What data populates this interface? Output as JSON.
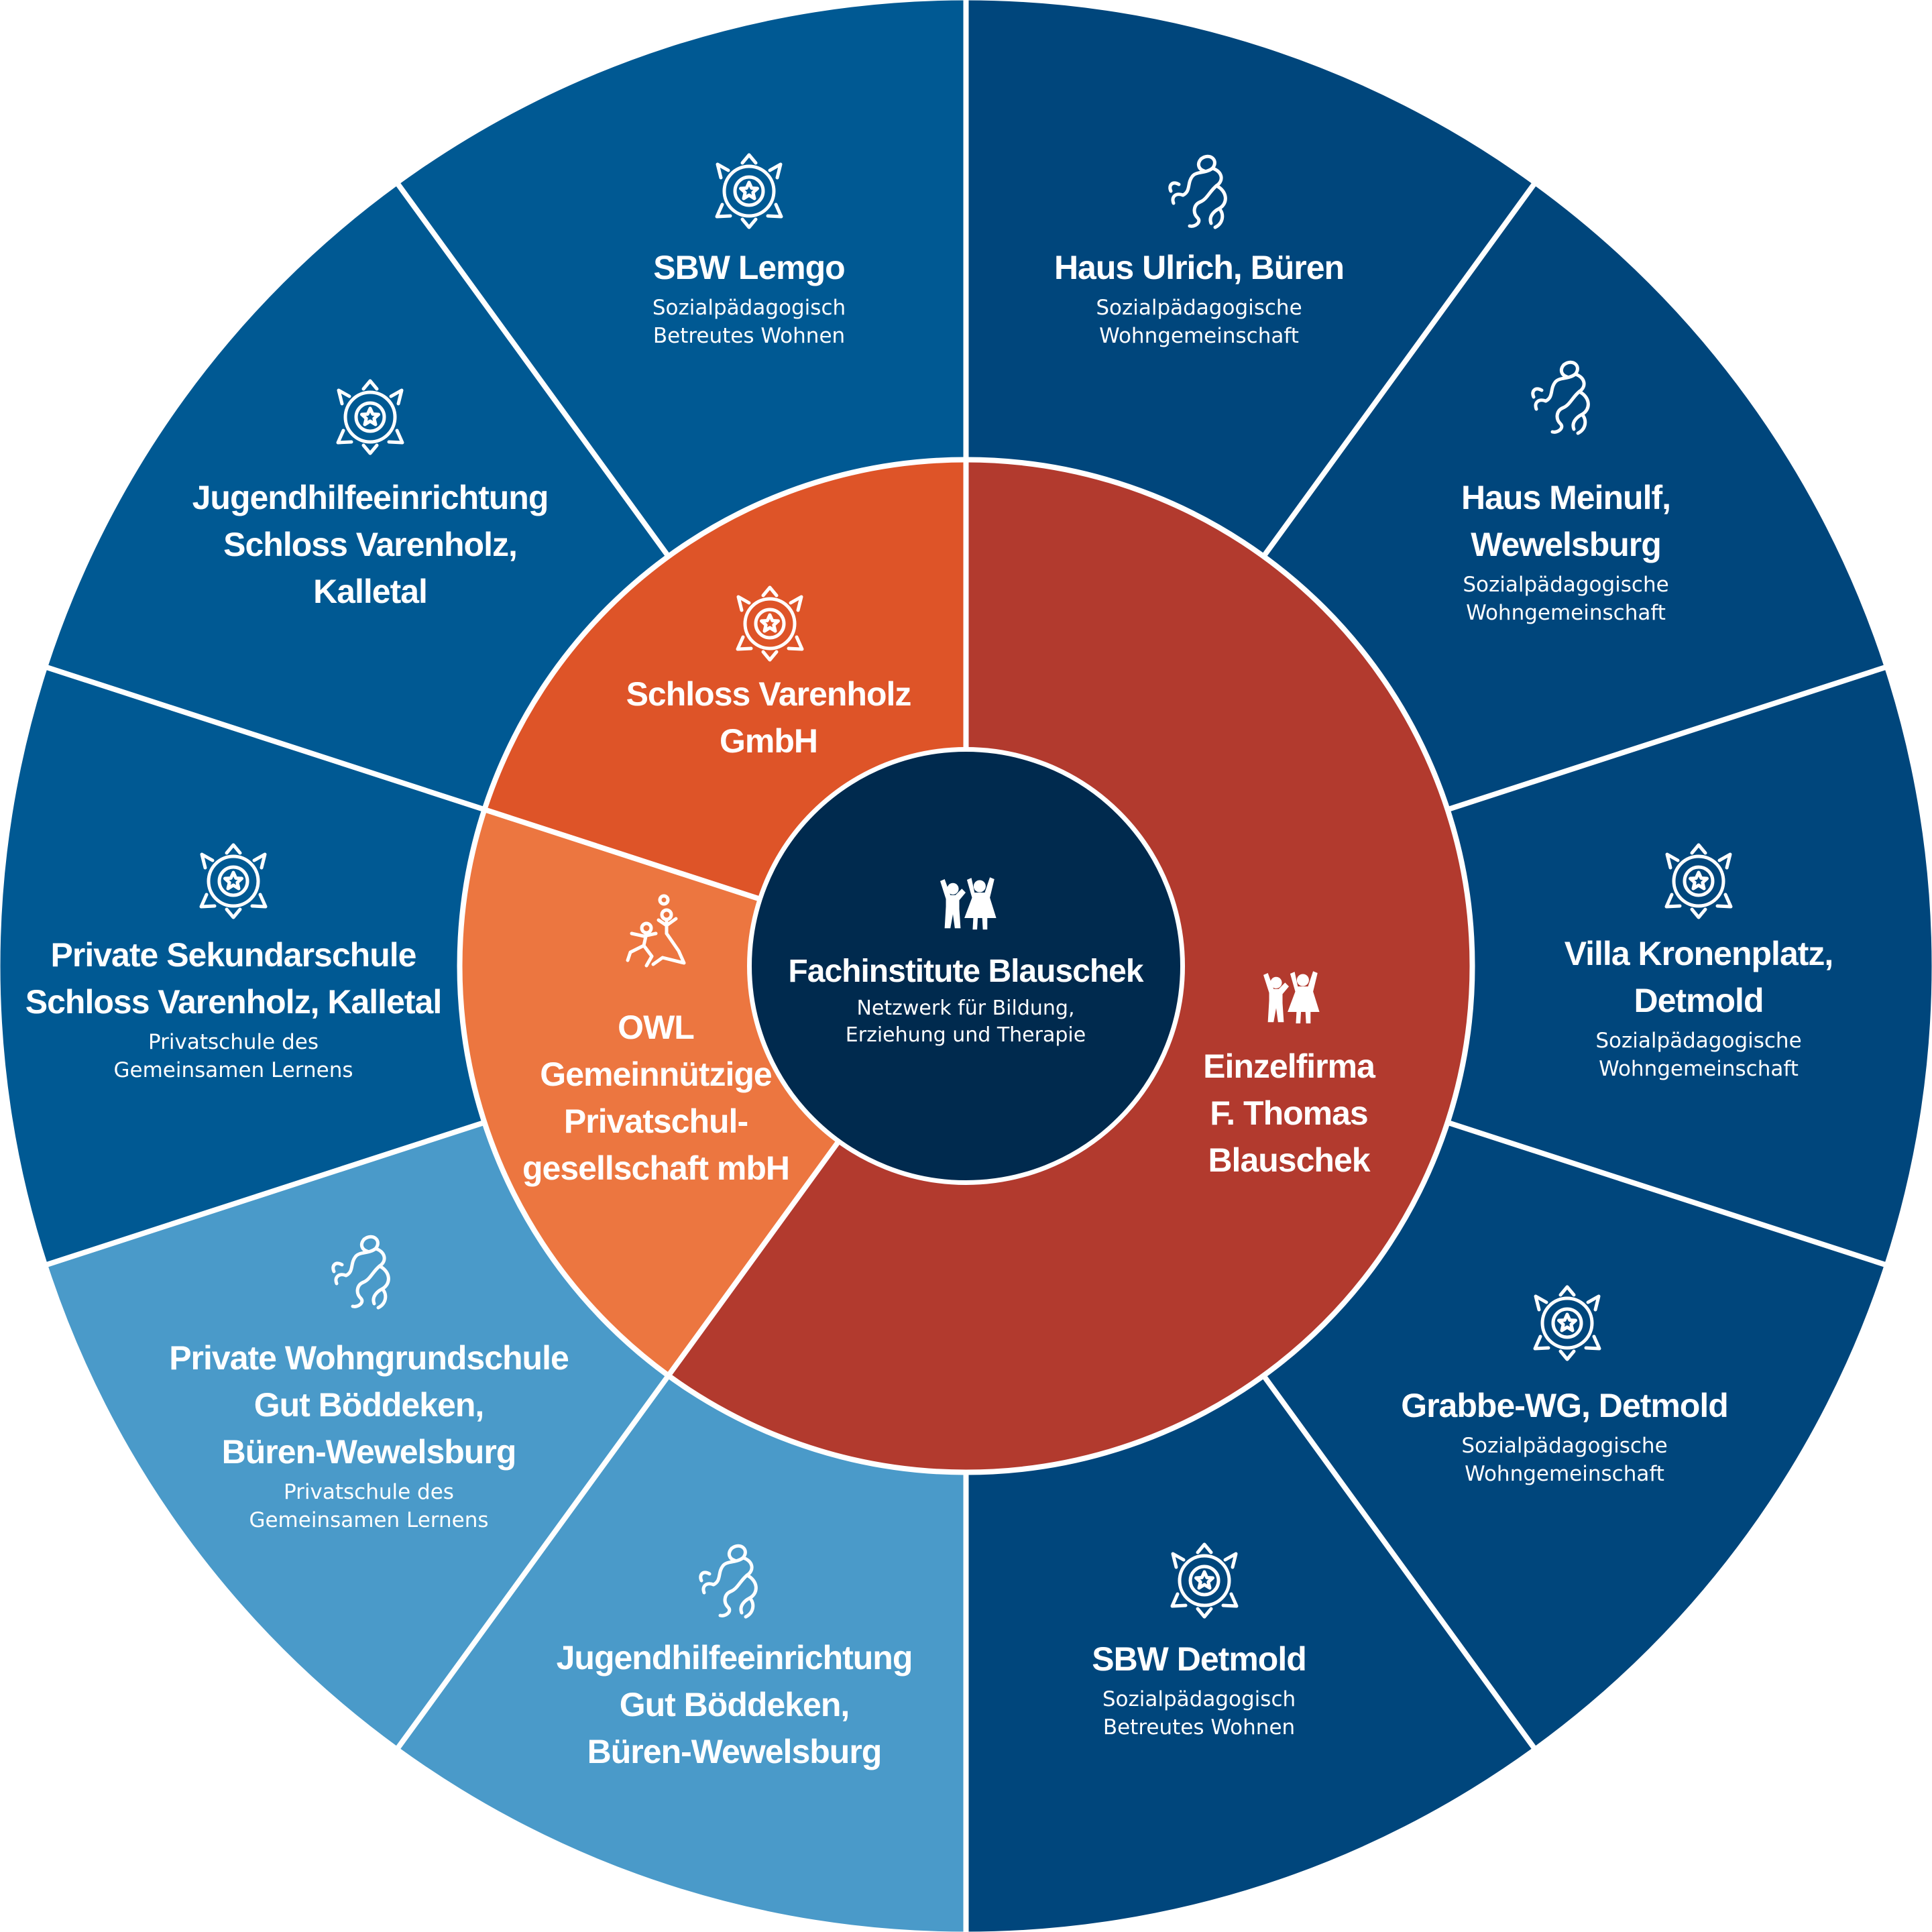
{
  "colors": {
    "center": "#002A4E",
    "red": "#B23A2E",
    "orange_dark": "#DE5428",
    "orange_light": "#EC7640",
    "blue_mid": "#005993",
    "blue_dark": "#00467C",
    "blue_light": "#4A9AC9",
    "separator": "#FFFFFF"
  },
  "center": {
    "icon": "children-icon",
    "title": "Fachinstitute Blauschek",
    "subtitle_line1": "Netzwerk für Bildung,",
    "subtitle_line2": "Erziehung und Therapie"
  },
  "inner_ring": [
    {
      "id": "schloss",
      "icon": "rose-icon",
      "lines": [
        "Schloss Varenholz",
        "GmbH"
      ]
    },
    {
      "id": "owl",
      "icon": "playing-children-icon",
      "lines": [
        "OWL",
        "Gemeinnützige",
        "Privatschul-",
        "gesellschaft mbH"
      ]
    },
    {
      "id": "einzelfirma",
      "icon": "children-icon",
      "lines": [
        "Einzelfirma",
        "F. Thomas",
        "Blauschek"
      ]
    }
  ],
  "outer_ring": [
    {
      "id": "sbw-lemgo",
      "icon": "rose-icon",
      "lines": [
        "SBW Lemgo"
      ],
      "sub": [
        "Sozialpädagogisch",
        "Betreutes Wohnen"
      ]
    },
    {
      "id": "haus-ulrich",
      "icon": "horse-icon",
      "lines": [
        "Haus Ulrich, Büren"
      ],
      "sub": [
        "Sozialpädagogische",
        "Wohngemeinschaft"
      ]
    },
    {
      "id": "haus-meinulf",
      "icon": "horse-icon",
      "lines": [
        "Haus Meinulf,",
        "Wewelsburg"
      ],
      "sub": [
        "Sozialpädagogische",
        "Wohngemeinschaft"
      ]
    },
    {
      "id": "villa-kronenplatz",
      "icon": "rose-icon",
      "lines": [
        "Villa Kronenplatz,",
        "Detmold"
      ],
      "sub": [
        "Sozialpädagogische",
        "Wohngemeinschaft"
      ]
    },
    {
      "id": "grabbe-wg",
      "icon": "rose-icon",
      "lines": [
        "Grabbe-WG, Detmold"
      ],
      "sub": [
        "Sozialpädagogische",
        "Wohngemeinschaft"
      ]
    },
    {
      "id": "sbw-detmold",
      "icon": "rose-icon",
      "lines": [
        "SBW Detmold"
      ],
      "sub": [
        "Sozialpädagogisch",
        "Betreutes Wohnen"
      ]
    },
    {
      "id": "jugendhilfe-boeddeken",
      "icon": "horse-icon",
      "lines": [
        "Jugendhilfeeinrichtung",
        "Gut Böddeken,",
        "Büren-Wewelsburg"
      ],
      "sub": []
    },
    {
      "id": "wohngrundschule",
      "icon": "horse-icon",
      "lines": [
        "Private Wohngrundschule",
        "Gut Böddeken,",
        "Büren-Wewelsburg"
      ],
      "sub": [
        "Privatschule des",
        "Gemeinsamen Lernens"
      ]
    },
    {
      "id": "sekundarschule",
      "icon": "rose-icon",
      "lines": [
        "Private Sekundarschule",
        "Schloss Varenholz, Kalletal"
      ],
      "sub": [
        "Privatschule des",
        "Gemeinsamen Lernens"
      ]
    },
    {
      "id": "jugendhilfe-varenholz",
      "icon": "rose-icon",
      "lines": [
        "Jugendhilfeeinrichtung",
        "Schloss Varenholz,",
        "Kalletal"
      ],
      "sub": []
    }
  ]
}
